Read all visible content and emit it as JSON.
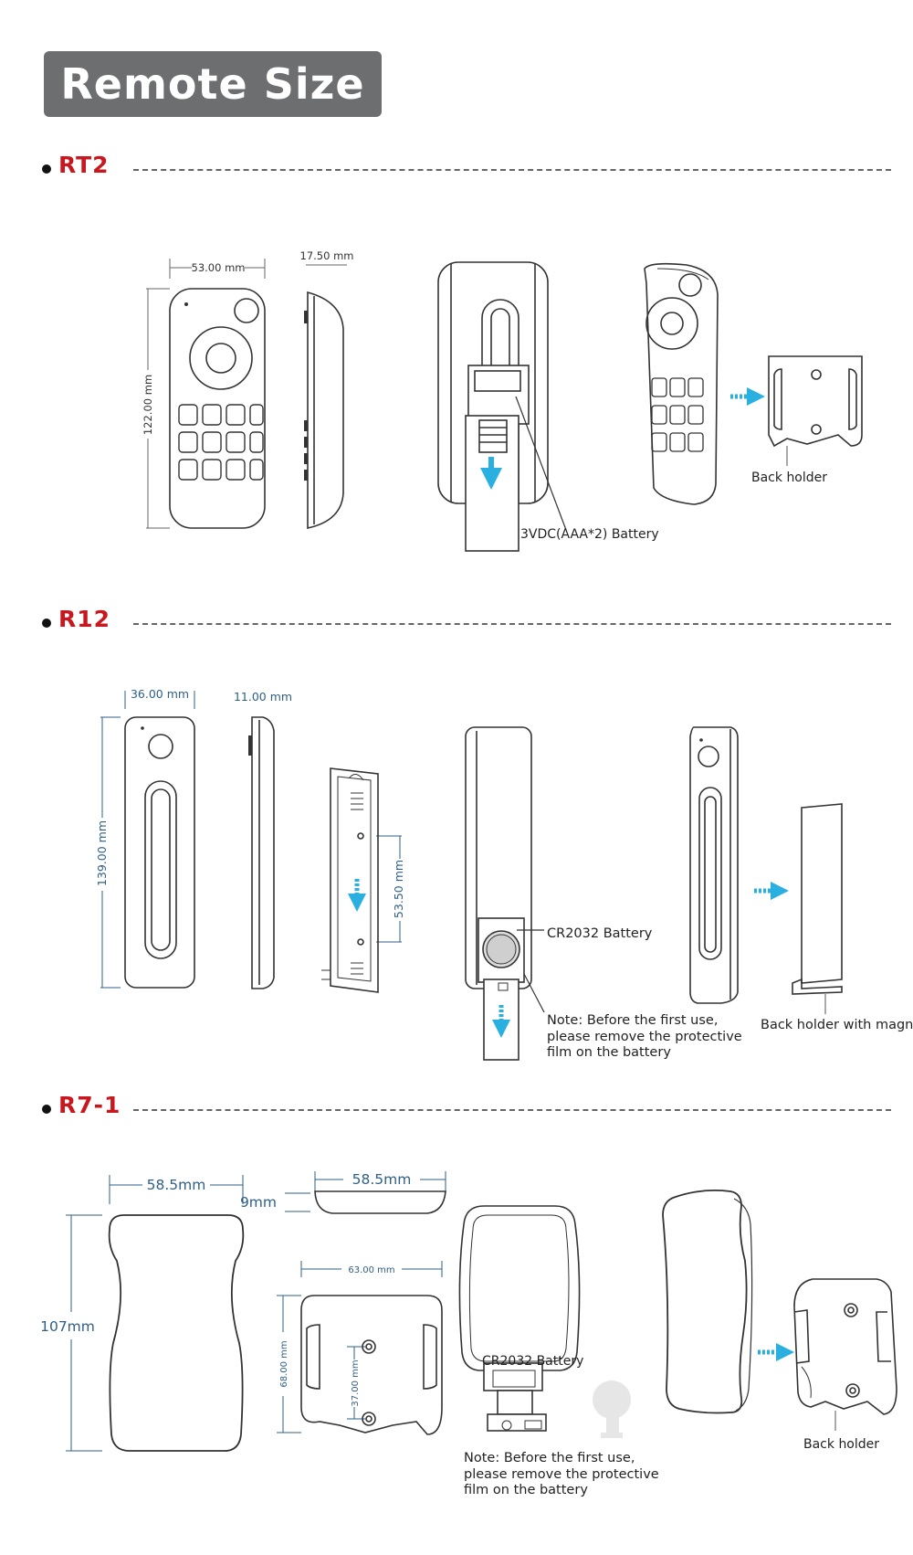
{
  "page_title": "Remote Size",
  "sections": [
    {
      "name": "RT2",
      "dims": {
        "width": "53.00 mm",
        "height": "122.00 mm",
        "depth": "17.50 mm"
      },
      "labels": {
        "battery": "3VDC(AAA*2) Battery",
        "holder": "Back holder"
      }
    },
    {
      "name": "R12",
      "dims": {
        "width": "36.00 mm",
        "height": "139.00 mm",
        "depth": "11.00 mm",
        "hole_spacing": "53.50 mm"
      },
      "labels": {
        "battery": "CR2032 Battery",
        "note_1": "Note: Before the first use,",
        "note_2": "please remove the protective",
        "note_3": "film on the battery",
        "holder": "Back holder with magnet"
      }
    },
    {
      "name": "R7-1",
      "dims": {
        "width": "58.5mm",
        "height": "107mm",
        "depth_width": "58.5mm",
        "depth": "9mm",
        "holder_width": "63.00 mm",
        "holder_height": "68.00 mm",
        "hole_spacing": "37.00 mm"
      },
      "labels": {
        "battery": "CR2032 Battery",
        "note_1": "Note: Before the first use,",
        "note_2": "please remove the protective",
        "note_3": "film on the battery",
        "holder": "Back holder"
      }
    }
  ],
  "colors": {
    "title_bg": "#6d6e70",
    "section_red": "#c8171e",
    "dim_blue": "#2f5f86",
    "arrow_cyan": "#2ab0e0",
    "outline": "#333333"
  }
}
